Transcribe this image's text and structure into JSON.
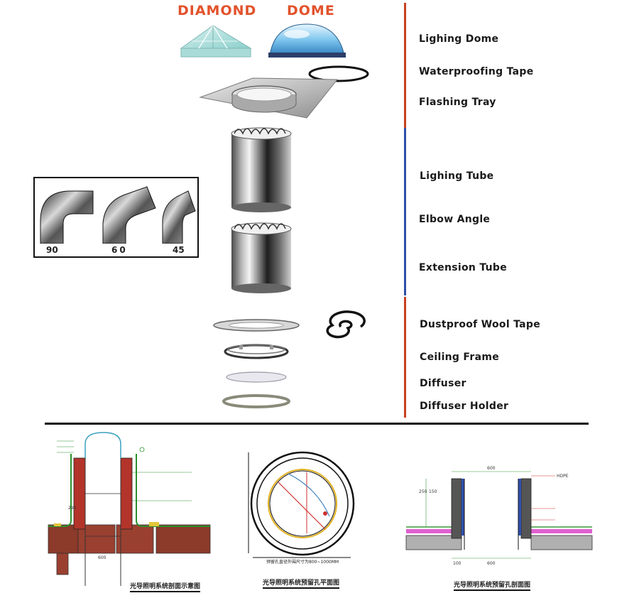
{
  "header": {
    "diamond_label": "DIAMOND",
    "dome_label": "DOME",
    "title_color": "#e2522b"
  },
  "parts": {
    "items": [
      {
        "label": "Lighing Dome"
      },
      {
        "label": "Waterproofing Tape"
      },
      {
        "label": "Flashing Tray"
      },
      {
        "label": "Lighing Tube"
      },
      {
        "label": "Elbow Angle"
      },
      {
        "label": "Extension Tube"
      },
      {
        "label": "Dustproof Wool Tape"
      },
      {
        "label": "Ceiling Frame"
      },
      {
        "label": "Diffuser"
      },
      {
        "label": "Diffuser Holder"
      }
    ],
    "group_colors": [
      "#c8401e",
      "#2e4fa8",
      "#c8401e"
    ]
  },
  "elbow_inset": {
    "angles": [
      "90",
      "60",
      "45"
    ]
  },
  "drawings": {
    "section_caption": "光导照明系统剖面示意图",
    "plan_caption": "光导照明系统预留孔平面图",
    "plan_dim_label": "预留孔直径外围尺寸为800~1000MM",
    "hole_caption": "光导照明系统预留孔剖面图",
    "hole_dims": [
      "600",
      "150",
      "250",
      "100"
    ],
    "hdpe_note": "HDPE",
    "section_dims": [
      "290",
      "600"
    ]
  }
}
